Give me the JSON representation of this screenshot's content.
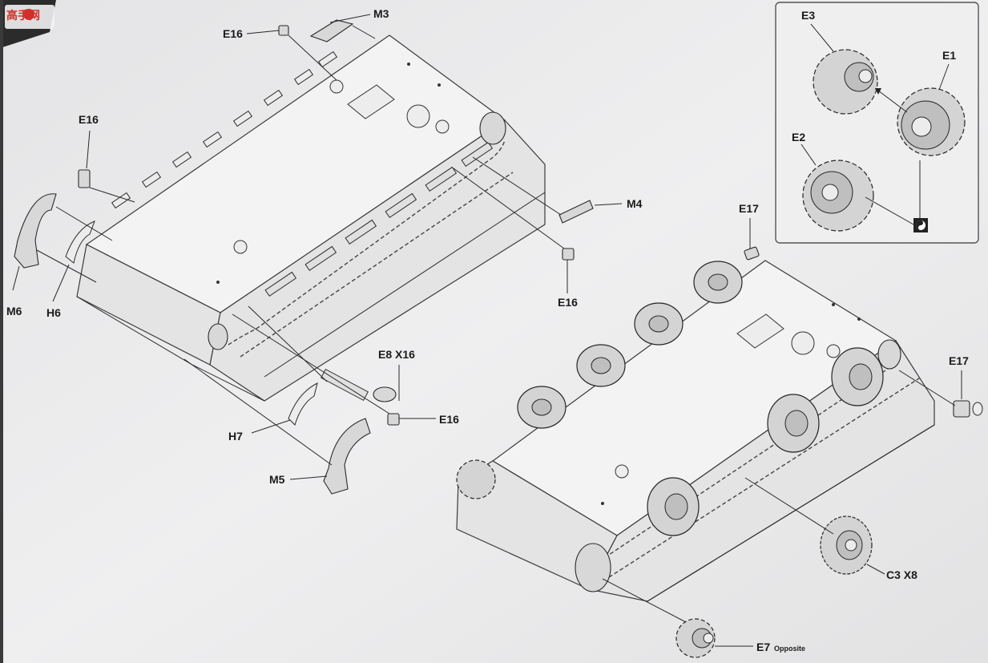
{
  "watermark": {
    "text": "高手网"
  },
  "inset": {
    "labels": [
      "E3",
      "E1",
      "E2"
    ],
    "icon": "yin-yang-mark-icon"
  },
  "parts": {
    "m3": "M3",
    "e16_top": "E16",
    "e16_left": "E16",
    "m4": "M4",
    "e16_mid": "E16",
    "m6": "M6",
    "h6": "H6",
    "e8": "E8 X16",
    "e16_bottom": "E16",
    "h7": "H7",
    "m5": "M5",
    "e17_top": "E17",
    "e17_right": "E17",
    "c3": "C3 X8",
    "e7": "E7",
    "e7_note": "Opposite"
  },
  "colors": {
    "paper": "#e9e9ea",
    "line": "#2a2a2a",
    "corner_band": "#2b2b2b",
    "logo_red": "#d0302b"
  }
}
